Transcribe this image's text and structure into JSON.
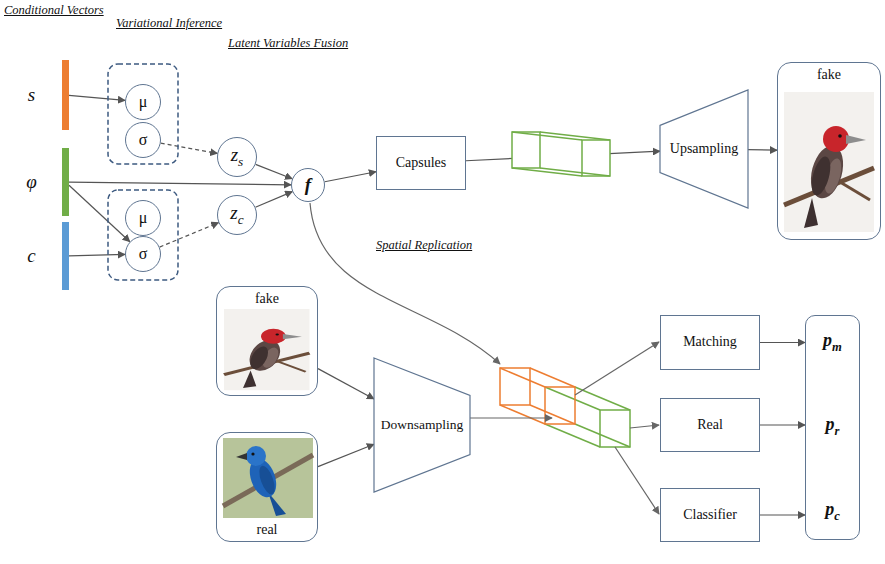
{
  "diagram": {
    "nodes": [
      {
        "text": [
          "s"
        ]
      },
      {
        "text": [
          "φ"
        ]
      },
      {
        "text": [
          "c"
        ]
      },
      {
        "text": [
          "μ"
        ]
      },
      {
        "text": [
          "σ"
        ]
      },
      {
        "text": [
          "μ"
        ]
      },
      {
        "text": [
          "σ"
        ]
      },
      {
        "text": [
          "zs"
        ]
      },
      {
        "text": [
          "zc"
        ]
      },
      {
        "text": [
          "f"
        ]
      },
      {
        "text": [
          "Capsules"
        ]
      },
      {
        "text": [
          "Upsampling"
        ]
      },
      {
        "text": [
          "fake"
        ]
      },
      {
        "text": [
          "fake"
        ]
      },
      {
        "text": [
          "real"
        ]
      },
      {
        "text": [
          "Downsampling"
        ]
      },
      {
        "text": [
          "Matching"
        ]
      },
      {
        "text": [
          "Real"
        ]
      },
      {
        "text": [
          "Classifier"
        ]
      },
      {
        "text": [
          "pm",
          "pr",
          "pc"
        ]
      }
    ],
    "edges": [
      {
        "from": 0,
        "to": 3,
        "arrow": "to"
      },
      {
        "from": 1,
        "to": 6,
        "arrow": "to"
      },
      {
        "from": 2,
        "to": 6,
        "arrow": "to"
      },
      {
        "from": 4,
        "to": 7,
        "arrow": "to"
      },
      {
        "from": 6,
        "to": 8,
        "arrow": "to"
      },
      {
        "from": 1,
        "to": 9,
        "arrow": "to"
      },
      {
        "from": 7,
        "to": 9,
        "arrow": "to"
      },
      {
        "from": 8,
        "to": 9,
        "arrow": "to"
      },
      {
        "from": 9,
        "to": 10,
        "arrow": "to"
      },
      {
        "from": 10,
        "to": 11,
        "arrow": "to"
      },
      {
        "from": 11,
        "to": 12,
        "arrow": "to"
      },
      {
        "from": 13,
        "to": 15,
        "arrow": "to"
      },
      {
        "from": 14,
        "to": 15,
        "arrow": "to"
      },
      {
        "from": 16,
        "to": 19,
        "arrow": "to"
      },
      {
        "from": 17,
        "to": 19,
        "arrow": "to"
      },
      {
        "from": 18,
        "to": 19,
        "arrow": "to"
      }
    ],
    "labels": [
      "Conditional Vectors",
      "Variational Inference",
      "Latent Variables Fusion",
      "Spatial Replication"
    ]
  }
}
